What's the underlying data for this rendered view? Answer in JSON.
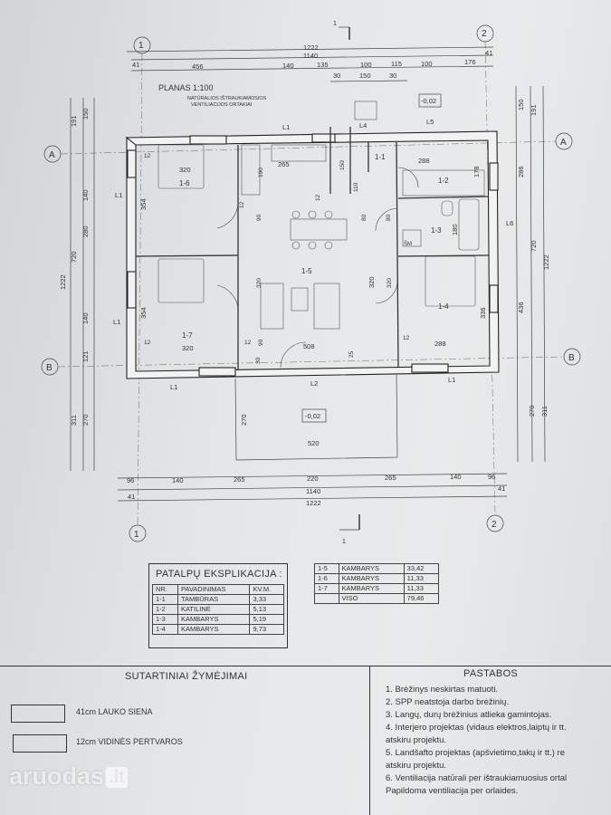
{
  "plan": {
    "title": "PLANAS 1:100",
    "note": [
      "NATŪRALIOS IŠTRAUKIAMOSIOS",
      "VENTILIACIJOS ORTAKIAI"
    ],
    "axes": {
      "a": "A",
      "b": "B",
      "n1": "1",
      "n2": "2",
      "cut": "1"
    },
    "dims_top": [
      "1222",
      "1140",
      "456",
      "140",
      "135",
      "100",
      "115",
      "100",
      "176",
      "41",
      "41",
      "150",
      "30",
      "30"
    ],
    "dims_left": [
      "191",
      "150",
      "140",
      "280",
      "720",
      "1222",
      "140",
      "121",
      "311",
      "270"
    ],
    "dims_right": [
      "150",
      "191",
      "286",
      "720",
      "1222",
      "436",
      "311",
      "270"
    ],
    "dims_bottom": [
      "96",
      "140",
      "265",
      "220",
      "265",
      "140",
      "96",
      "1140",
      "1222",
      "41",
      "41"
    ],
    "wall_labels": [
      "L1",
      "L1",
      "L1",
      "L1",
      "L1",
      "L2",
      "L4",
      "L5",
      "L6"
    ],
    "rooms": [
      {
        "id": "1-6",
        "w": "320",
        "h": "354"
      },
      {
        "id": "1-7",
        "w": "320",
        "h": "354"
      },
      {
        "id": "1-5",
        "w": "508",
        "h": "320"
      },
      {
        "id": "1-1",
        "w": "265"
      },
      {
        "id": "1-2",
        "w": "288",
        "h": "178"
      },
      {
        "id": "1-3",
        "h": "180"
      },
      {
        "id": "1-4",
        "w": "288",
        "h": "336"
      }
    ],
    "terrace": {
      "level": "-0,02",
      "w": "520",
      "h": "270"
    },
    "entrance": {
      "level": "-0,02"
    },
    "inner_dims": [
      "12",
      "12",
      "12",
      "12",
      "12",
      "90",
      "90",
      "80",
      "80",
      "320",
      "320",
      "190",
      "12",
      "25",
      "150",
      "110",
      "30"
    ],
    "appliance": "ŠM"
  },
  "explication": {
    "title": "PATALPŲ EKSPLIKACIJA :",
    "headers": [
      "NR.",
      "PAVADINIMAS",
      "KV.M."
    ],
    "rows": [
      [
        "1-1",
        "TAMBŪRAS",
        "3,33"
      ],
      [
        "1-2",
        "KATILINĖ",
        "5,13"
      ],
      [
        "1-3",
        "KAMBARYS",
        "5,19"
      ],
      [
        "1-4",
        "KAMBARYS",
        "9,73"
      ]
    ],
    "rows2": [
      [
        "1-5",
        "KAMBARYS",
        "33,42"
      ],
      [
        "1-6",
        "KAMBARYS",
        "11,33"
      ],
      [
        "1-7",
        "KAMBARYS",
        "11,33"
      ],
      [
        "",
        "VISO",
        "79,46"
      ]
    ]
  },
  "legend": {
    "title": "SUTARTINIAI ŽYMĖJIMAI",
    "items": [
      "41cm LAUKO SIENA",
      "12cm VIDINĖS PERTVAROS"
    ]
  },
  "notes": {
    "title": "PASTABOS",
    "lines": [
      "1. Brėžinys neskirtas matuoti.",
      "2. SPP neatstoja darbo brėžinių.",
      "3. Langų, durų brėžinius atlieka gamintojas.",
      "4. Interjero projektas (vidaus elektros,laiptų ir tt.",
      "atskiru projektu.",
      "5. Landšafto projektas (apšvietimo,takų ir tt.) re",
      "atskiru projektu.",
      "6. Ventiliacija natūrali per ištraukiamuosius ortal",
      "Papildoma ventiliacija per orlaides."
    ]
  },
  "watermark": {
    "text": "aruodas",
    "suffix": ".lt"
  }
}
